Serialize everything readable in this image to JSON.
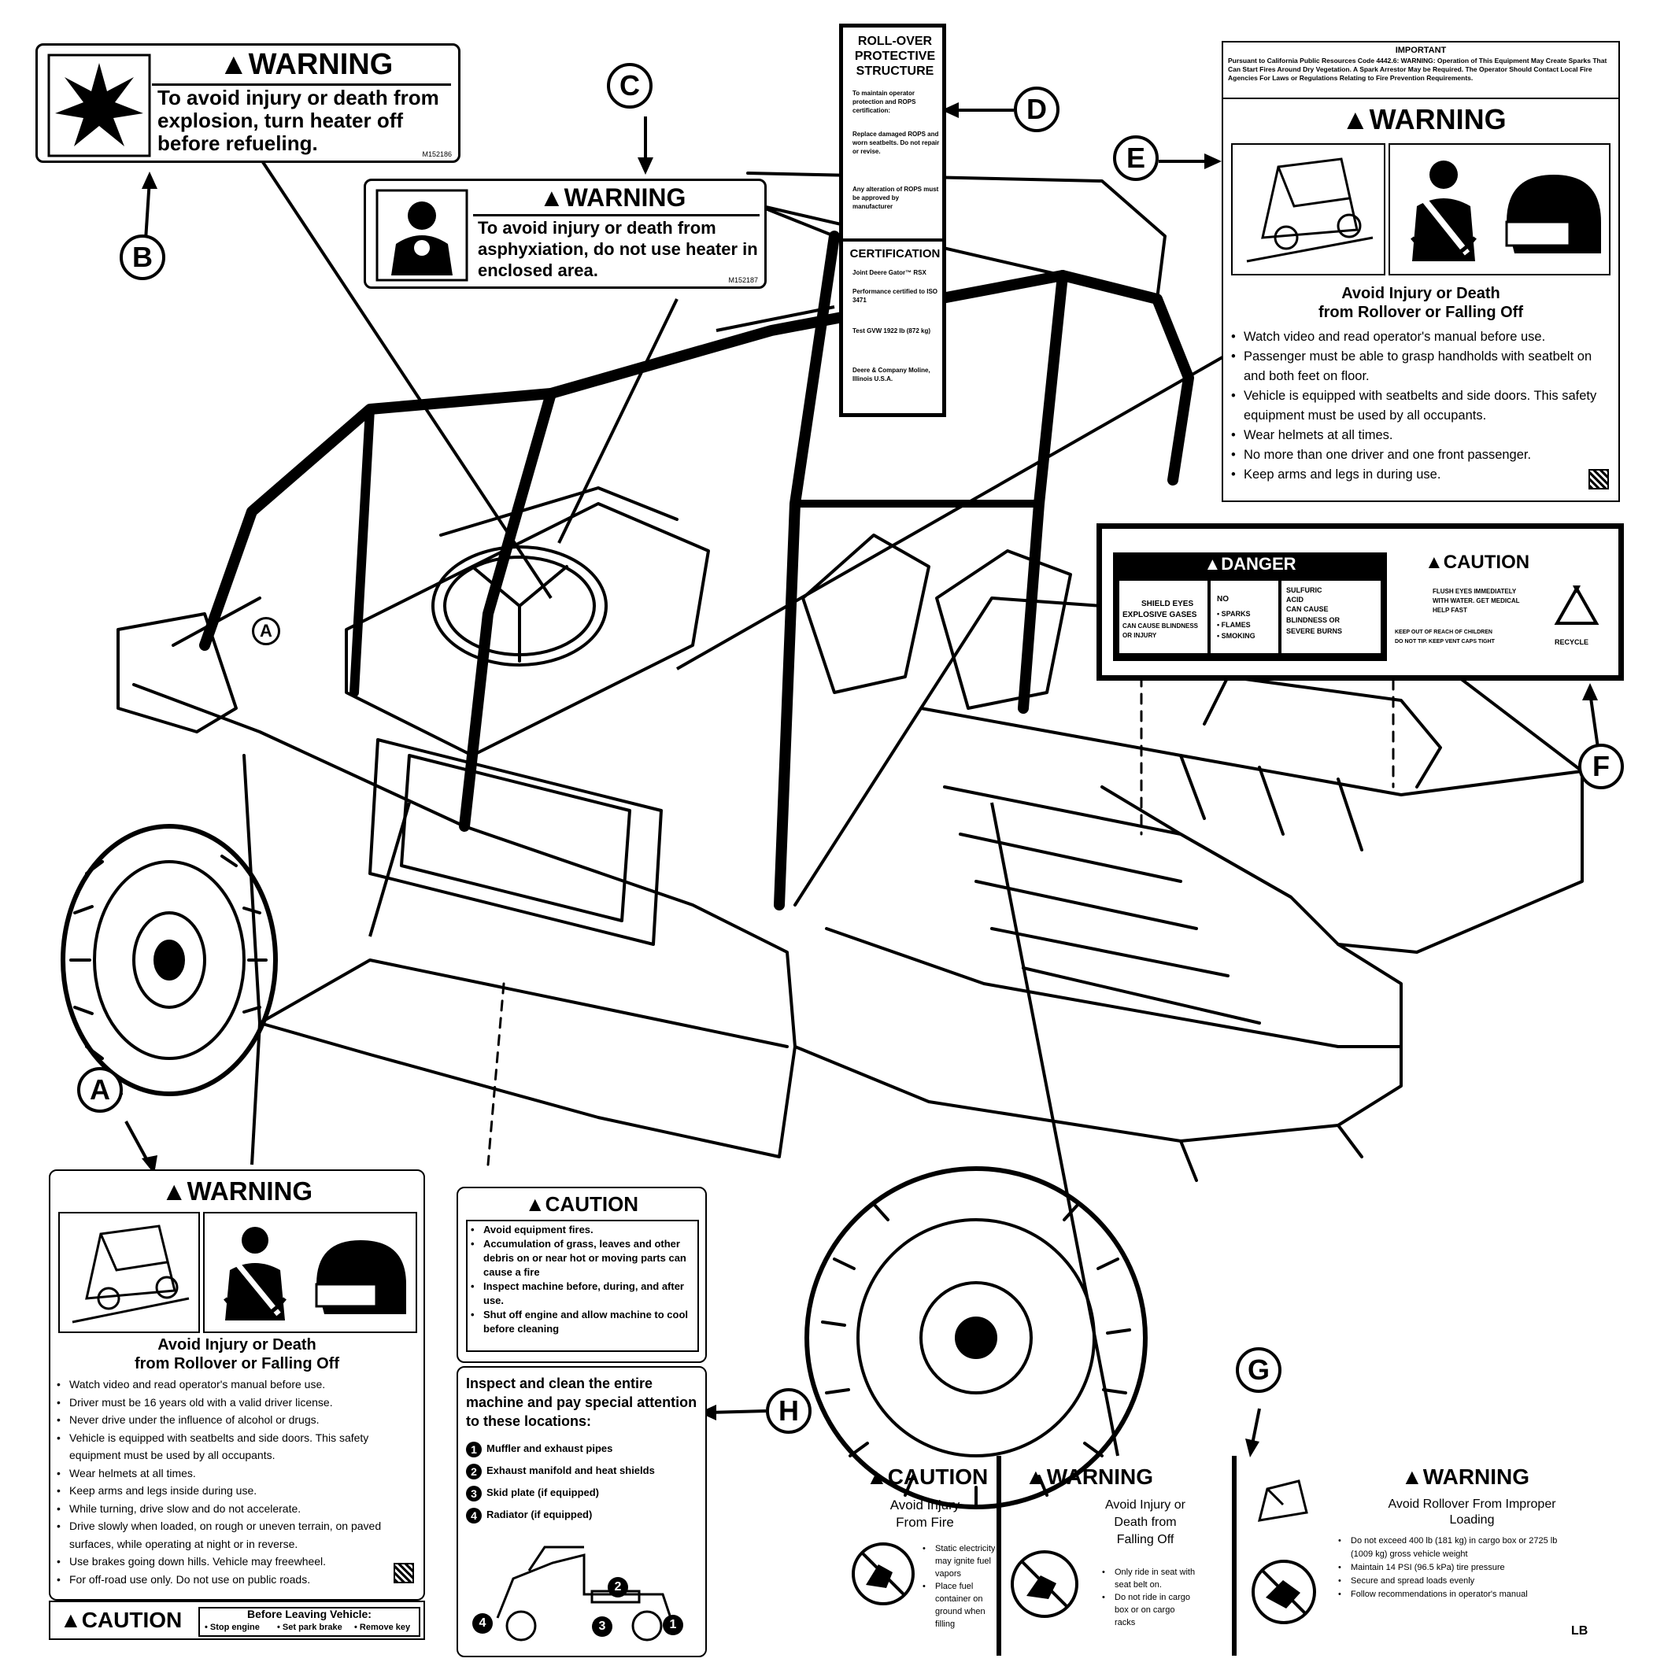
{
  "labels": {
    "A": "A",
    "B": "B",
    "C": "C",
    "D": "D",
    "E": "E",
    "F": "F",
    "G": "G",
    "H": "H"
  },
  "decal_b": {
    "heading": "▲WARNING",
    "text": "To avoid injury or death from explosion, turn heater off before refueling.",
    "part_no": "M152186"
  },
  "decal_c": {
    "heading": "▲WARNING",
    "text": "To avoid injury or death from asphyxiation, do not use heater in enclosed area.",
    "part_no": "M152187"
  },
  "decal_d": {
    "heading": "ROLL-OVER PROTECTIVE STRUCTURE",
    "lines": [
      "To maintain operator protection and ROPS certification:",
      "Replace damaged ROPS and worn seatbelts. Do not repair or revise.",
      "Any alteration of ROPS must be approved by manufacturer"
    ],
    "cert_heading": "CERTIFICATION",
    "cert_lines": [
      "Joint Deere Gator™ RSX",
      "Performance certified to ISO 3471",
      "Test GVW 1922 lb (872 kg)",
      "Deere & Company Moline, Illinois U.S.A."
    ]
  },
  "decal_e": {
    "important_heading": "IMPORTANT",
    "important_text": "Pursuant to California Public Resources Code 4442.6: WARNING: Operation of This Equipment May Create Sparks That Can Start Fires Around Dry Vegetation. A Spark Arrestor May be Required. The Operator Should Contact Local Fire Agencies For Laws or Regulations Relating to Fire Prevention Requirements.",
    "heading": "▲WARNING",
    "subheading_1": "Avoid Injury or Death",
    "subheading_2": "from Rollover or Falling Off",
    "bullets": [
      "Watch video and read operator's manual before use.",
      "Passenger must be able to grasp handholds with seatbelt on and both feet on floor.",
      "Vehicle is equipped with seatbelts and side doors. This safety equipment must be used by all occupants.",
      "Wear helmets at all times.",
      "No more than one driver and one front passenger.",
      "Keep arms and legs in during use."
    ]
  },
  "decal_f": {
    "danger_heading": "▲DANGER",
    "danger_col1": [
      "SHIELD EYES",
      "EXPLOSIVE GASES",
      "CAN CAUSE BLINDNESS",
      "OR INJURY"
    ],
    "danger_col2": [
      "NO",
      "• SPARKS",
      "• FLAMES",
      "• SMOKING"
    ],
    "danger_col3": [
      "SULFURIC",
      "ACID",
      "CAN CAUSE",
      "BLINDNESS OR",
      "SEVERE BURNS"
    ],
    "caution_heading": "▲CAUTION",
    "caution_lines": [
      "FLUSH EYES IMMEDIATELY",
      "WITH WATER. GET MEDICAL",
      "HELP FAST",
      "KEEP OUT OF REACH OF CHILDREN",
      "DO NOT TIP. KEEP VENT CAPS TIGHT"
    ],
    "recycle": "RECYCLE"
  },
  "decal_a": {
    "heading": "▲WARNING",
    "subheading_1": "Avoid Injury or Death",
    "subheading_2": "from Rollover or Falling Off",
    "bullets": [
      "Watch video and read operator's manual before use.",
      "Driver must be 16 years old with a valid driver license.",
      "Never drive under the influence of alcohol or drugs.",
      "Vehicle is equipped with seatbelts and side doors. This safety equipment must be used by all occupants.",
      "Wear helmets at all times.",
      "Keep arms and legs inside during use.",
      "While turning, drive slow and do not accelerate.",
      "Drive slowly when loaded, on rough or uneven terrain, on paved surfaces, while operating at night or in reverse.",
      "Use brakes going down hills. Vehicle may freewheel.",
      "For off-road use only. Do not use on public roads."
    ],
    "caution_heading": "▲CAUTION",
    "caution_title": "Before Leaving Vehicle:",
    "caution_items": [
      "• Stop engine",
      "• Set park brake",
      "• Remove key"
    ]
  },
  "decal_h_caution": {
    "heading": "▲CAUTION",
    "bullets": [
      "Avoid equipment fires.",
      "Accumulation of grass, leaves and other debris on or near hot or moving parts can cause a fire",
      "Inspect machine before, during, and after use.",
      "Shut off engine and allow machine to cool before cleaning"
    ]
  },
  "decal_h": {
    "title": "Inspect and clean the entire machine and pay special attention to these locations:",
    "items": [
      "Muffler and exhaust pipes",
      "Exhaust manifold and heat shields",
      "Skid plate (if equipped)",
      "Radiator (if equipped)"
    ],
    "item_numbers": [
      "1",
      "2",
      "3",
      "4"
    ]
  },
  "decal_g": {
    "panel1_heading": "▲CAUTION",
    "panel1_title": "Avoid Injury From Fire",
    "panel1_bullets": [
      "Static electricity may ignite fuel vapors",
      "Place fuel container on ground when filling"
    ],
    "panel2_heading": "▲WARNING",
    "panel2_title": "Avoid Injury or Death from Falling Off",
    "panel2_bullets": [
      "Only ride in seat with seat belt on.",
      "Do not ride in cargo box or on cargo racks"
    ],
    "panel3_heading": "▲WARNING",
    "panel3_title": "Avoid Rollover From Improper Loading",
    "panel3_bullets": [
      "Do not exceed 400 lb (181 kg) in cargo box or 2725 lb (1009 kg) gross vehicle weight",
      "Maintain 14 PSI (96.5 kPa) tire pressure",
      "Secure and spread loads evenly",
      "Follow recommendations in operator's manual"
    ],
    "code": "LB"
  }
}
